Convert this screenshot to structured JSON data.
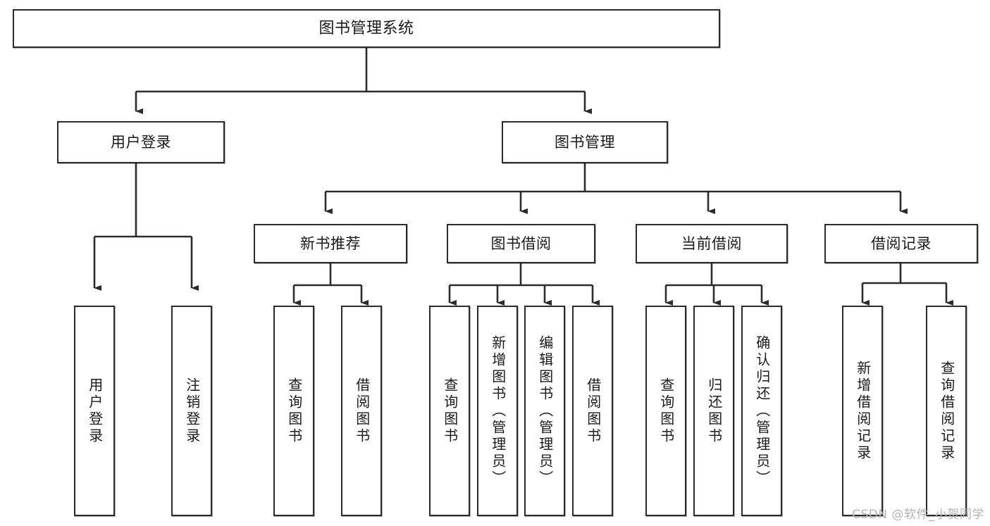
{
  "diagram": {
    "title": "图书管理系统",
    "type": "tree",
    "watermark": "CSDN @软件_小贺同学",
    "colors": {
      "background": "#ffffff",
      "node_border": "#2b2b2b",
      "node_fill": "#ffffff",
      "edge": "#2b2b2b",
      "text": "#1a1a1a",
      "watermark": "#b4b4b4"
    },
    "nodes": {
      "root": {
        "label": "图书管理系统"
      },
      "level2": [
        {
          "id": "user-login",
          "label": "用户登录"
        },
        {
          "id": "book-management",
          "label": "图书管理"
        }
      ],
      "level3": [
        {
          "id": "new-book-recommend",
          "label": "新书推荐"
        },
        {
          "id": "book-borrow",
          "label": "图书借阅"
        },
        {
          "id": "current-borrow",
          "label": "当前借阅"
        },
        {
          "id": "borrow-record",
          "label": "借阅记录"
        }
      ],
      "leaves": {
        "user_login": [
          {
            "id": "leaf-user-login",
            "label": "用户登录"
          },
          {
            "id": "leaf-logout",
            "label": "注销登录"
          }
        ],
        "new_book_recommend": [
          {
            "id": "leaf-query-book-1",
            "label": "查询图书"
          },
          {
            "id": "leaf-borrow-book-1",
            "label": "借阅图书"
          }
        ],
        "book_borrow": [
          {
            "id": "leaf-query-book-2",
            "label": "查询图书"
          },
          {
            "id": "leaf-add-book",
            "label": "新增图书（管理员）"
          },
          {
            "id": "leaf-edit-book",
            "label": "编辑图书（管理员）"
          },
          {
            "id": "leaf-borrow-book-2",
            "label": "借阅图书"
          }
        ],
        "current_borrow": [
          {
            "id": "leaf-query-book-3",
            "label": "查询图书"
          },
          {
            "id": "leaf-return-book",
            "label": "归还图书"
          },
          {
            "id": "leaf-confirm-return",
            "label": "确认归还（管理员）"
          }
        ],
        "borrow_record": [
          {
            "id": "leaf-add-record",
            "label": "新增借阅记录"
          },
          {
            "id": "leaf-query-record",
            "label": "查询借阅记录"
          }
        ]
      }
    }
  }
}
